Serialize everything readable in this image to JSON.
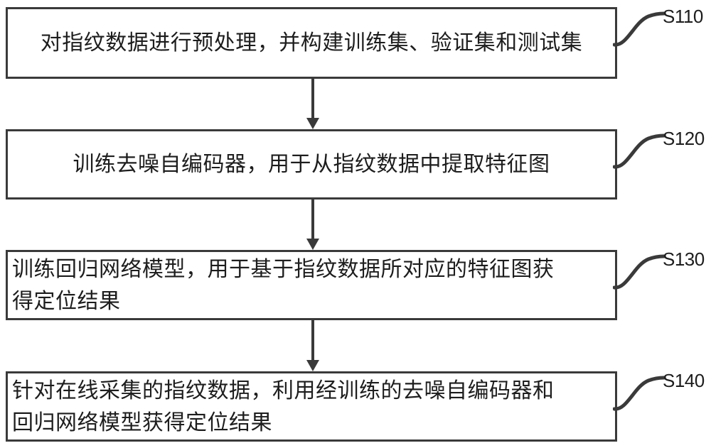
{
  "diagram": {
    "type": "flowchart",
    "orientation": "vertical",
    "colors": {
      "border": "#3a3a3a",
      "box_fill": "#ffffff",
      "text": "#1d1d1d",
      "background": "#ffffff"
    },
    "steps": [
      {
        "ref": "S110",
        "text": "对指纹数据进行预处理，并构建训练集、验证集和测试集",
        "align": "center",
        "lines": 1
      },
      {
        "ref": "S120",
        "text": "训练去噪自编码器，用于从指纹数据中提取特征图",
        "align": "center",
        "lines": 1
      },
      {
        "ref": "S130",
        "text": "训练回归网络模型，用于基于指纹数据所对应的特征图获\n得定位结果",
        "align": "left",
        "lines": 2
      },
      {
        "ref": "S140",
        "text": "针对在线采集的指纹数据，利用经训练的去噪自编码器和\n回归网络模型获得定位结果",
        "align": "left",
        "lines": 2
      }
    ],
    "connectors": [
      {
        "from": "S110",
        "to": "S120",
        "arrow": "down"
      },
      {
        "from": "S120",
        "to": "S130",
        "arrow": "down"
      },
      {
        "from": "S130",
        "to": "S140",
        "arrow": "down"
      }
    ]
  }
}
